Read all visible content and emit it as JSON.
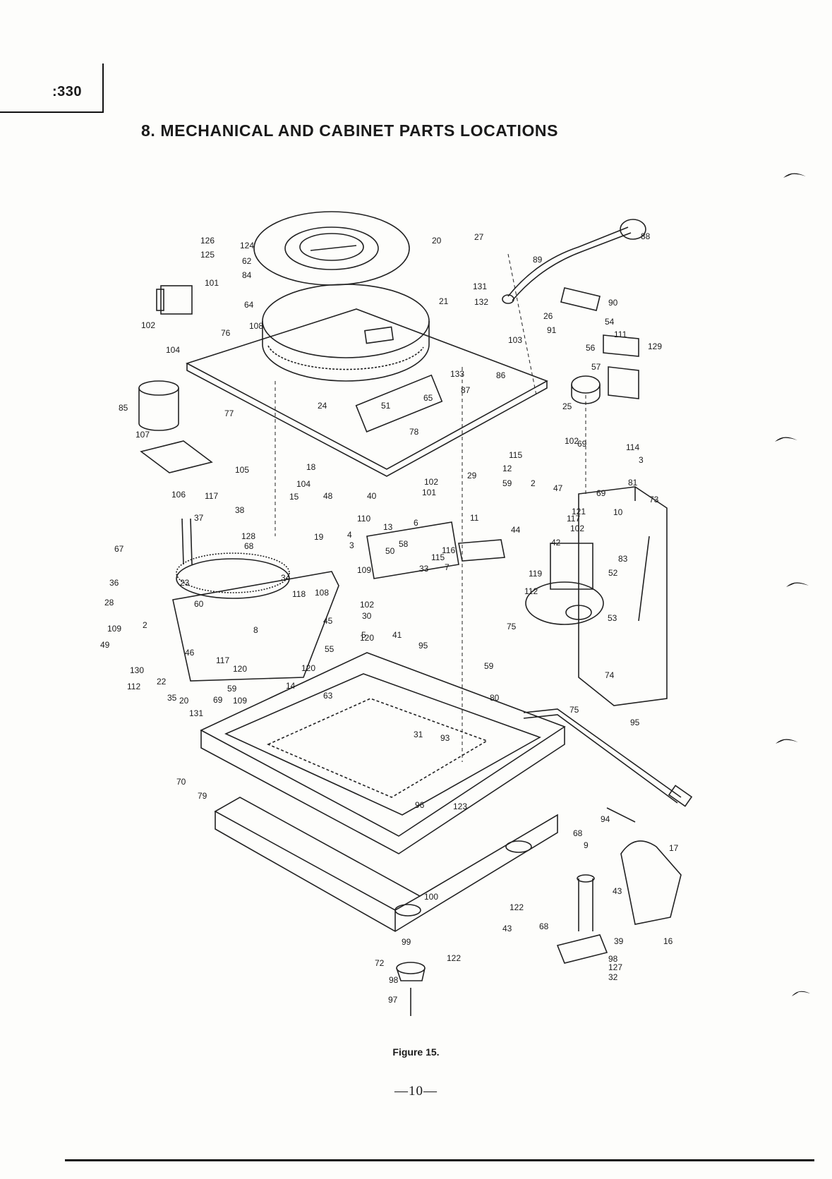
{
  "header": {
    "model_code": ":330",
    "title": "8. MECHANICAL AND CABINET PARTS LOCATIONS"
  },
  "figure": {
    "caption": "Figure 15.",
    "page_number": "—10—"
  },
  "callouts": [
    "126",
    "124",
    "125",
    "62",
    "84",
    "101",
    "64",
    "102",
    "104",
    "76",
    "108",
    "20",
    "27",
    "131",
    "132",
    "21",
    "103",
    "88",
    "89",
    "90",
    "26",
    "54",
    "91",
    "111",
    "56",
    "129",
    "57",
    "133",
    "86",
    "87",
    "25",
    "85",
    "107",
    "106",
    "77",
    "105",
    "104",
    "18",
    "24",
    "51",
    "65",
    "78",
    "15",
    "117",
    "38",
    "37",
    "48",
    "40",
    "19",
    "110",
    "6",
    "13",
    "4",
    "3",
    "58",
    "50",
    "109",
    "115",
    "116",
    "33",
    "7",
    "67",
    "36",
    "23",
    "68",
    "34",
    "128",
    "28",
    "60",
    "118",
    "108",
    "102",
    "30",
    "120",
    "45",
    "8",
    "109",
    "49",
    "2",
    "5",
    "41",
    "95",
    "75",
    "59",
    "46",
    "55",
    "117",
    "120",
    "130",
    "112",
    "22",
    "35",
    "20",
    "131",
    "69",
    "59",
    "109",
    "14",
    "120",
    "63",
    "80",
    "74",
    "75",
    "95",
    "114",
    "3",
    "81",
    "69",
    "102",
    "12",
    "115",
    "69",
    "59",
    "2",
    "47",
    "101",
    "102",
    "29",
    "44",
    "11",
    "10",
    "121",
    "117",
    "102",
    "42",
    "83",
    "52",
    "53",
    "73",
    "31",
    "93",
    "70",
    "79",
    "96",
    "123",
    "94",
    "68",
    "9",
    "17",
    "43",
    "100",
    "122",
    "99",
    "72",
    "98",
    "97",
    "122",
    "43",
    "68",
    "39",
    "16",
    "98",
    "127",
    "32",
    "119",
    "112"
  ]
}
